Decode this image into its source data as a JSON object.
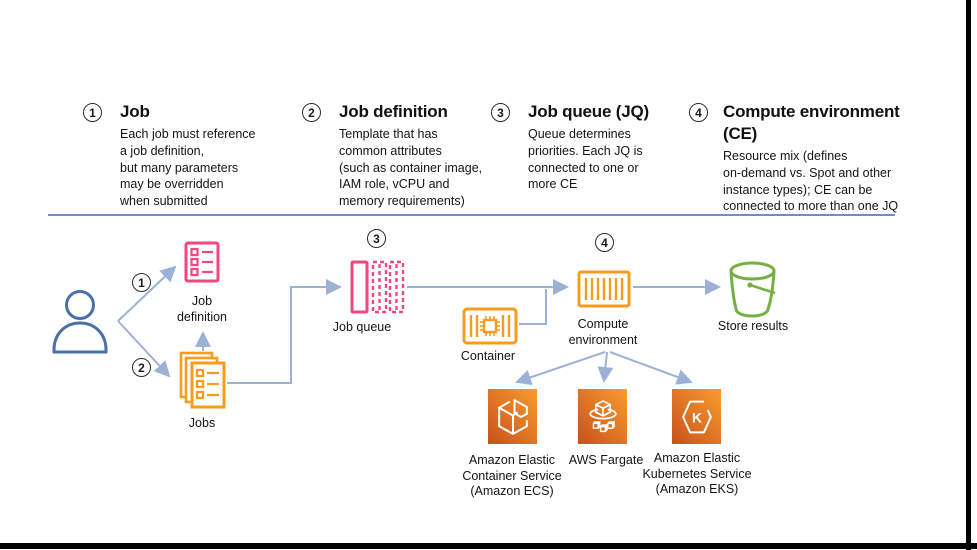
{
  "legend": {
    "items": [
      {
        "number": "1",
        "title": "Job",
        "description": "Each job must reference\na job definition,\nbut many parameters\nmay be overridden\nwhen submitted"
      },
      {
        "number": "2",
        "title": "Job definition",
        "description": "Template that has\ncommon attributes\n(such as container image,\nIAM role, vCPU and\nmemory requirements)"
      },
      {
        "number": "3",
        "title": "Job queue (JQ)",
        "description": "Queue determines\npriorities. Each JQ is\nconnected to one or\nmore CE"
      },
      {
        "number": "4",
        "title": "Compute environment (CE)",
        "description": "Resource mix (defines\non-demand vs. Spot and other\ninstance types); CE can be\nconnected to more than one JQ"
      }
    ]
  },
  "diagram": {
    "badges": [
      "1",
      "2",
      "3",
      "4"
    ],
    "labels": {
      "job_definition": "Job\ndefinition",
      "jobs": "Jobs",
      "job_queue": "Job queue",
      "container": "Container",
      "compute_environment": "Compute\nenvironment",
      "store_results": "Store results",
      "ecs": "Amazon Elastic\nContainer Service\n(Amazon ECS)",
      "fargate": "AWS Fargate",
      "eks": "Amazon Elastic\nKubernetes Service\n(Amazon EKS)",
      "eks_letter": "K"
    },
    "icons": {
      "user": "user-icon (blue outline person)",
      "job_definition": "pink list-document icon",
      "jobs": "orange stacked list-documents icon",
      "job_queue": "pink solid + dashed queue rectangles icon",
      "container": "orange container-with-chip icon",
      "compute_environment": "orange striped-rectangle icon",
      "store_results": "green bucket icon",
      "ecs": "Amazon ECS hexagon logo on orange gradient",
      "fargate": "AWS Fargate cube-on-platform logo on orange gradient",
      "eks": "Amazon EKS hexagon-K logo on orange gradient"
    },
    "colors": {
      "pink": "#f2477e",
      "orange": "#f79c1d",
      "green": "#76b043",
      "person_blue": "#4a70ab",
      "arrow_blue": "#9db1d6",
      "divider_blue": "#6d8ec9",
      "aws_gradient_start": "#c8511b",
      "aws_gradient_end": "#f89c2f",
      "frame_black": "#000000"
    }
  }
}
